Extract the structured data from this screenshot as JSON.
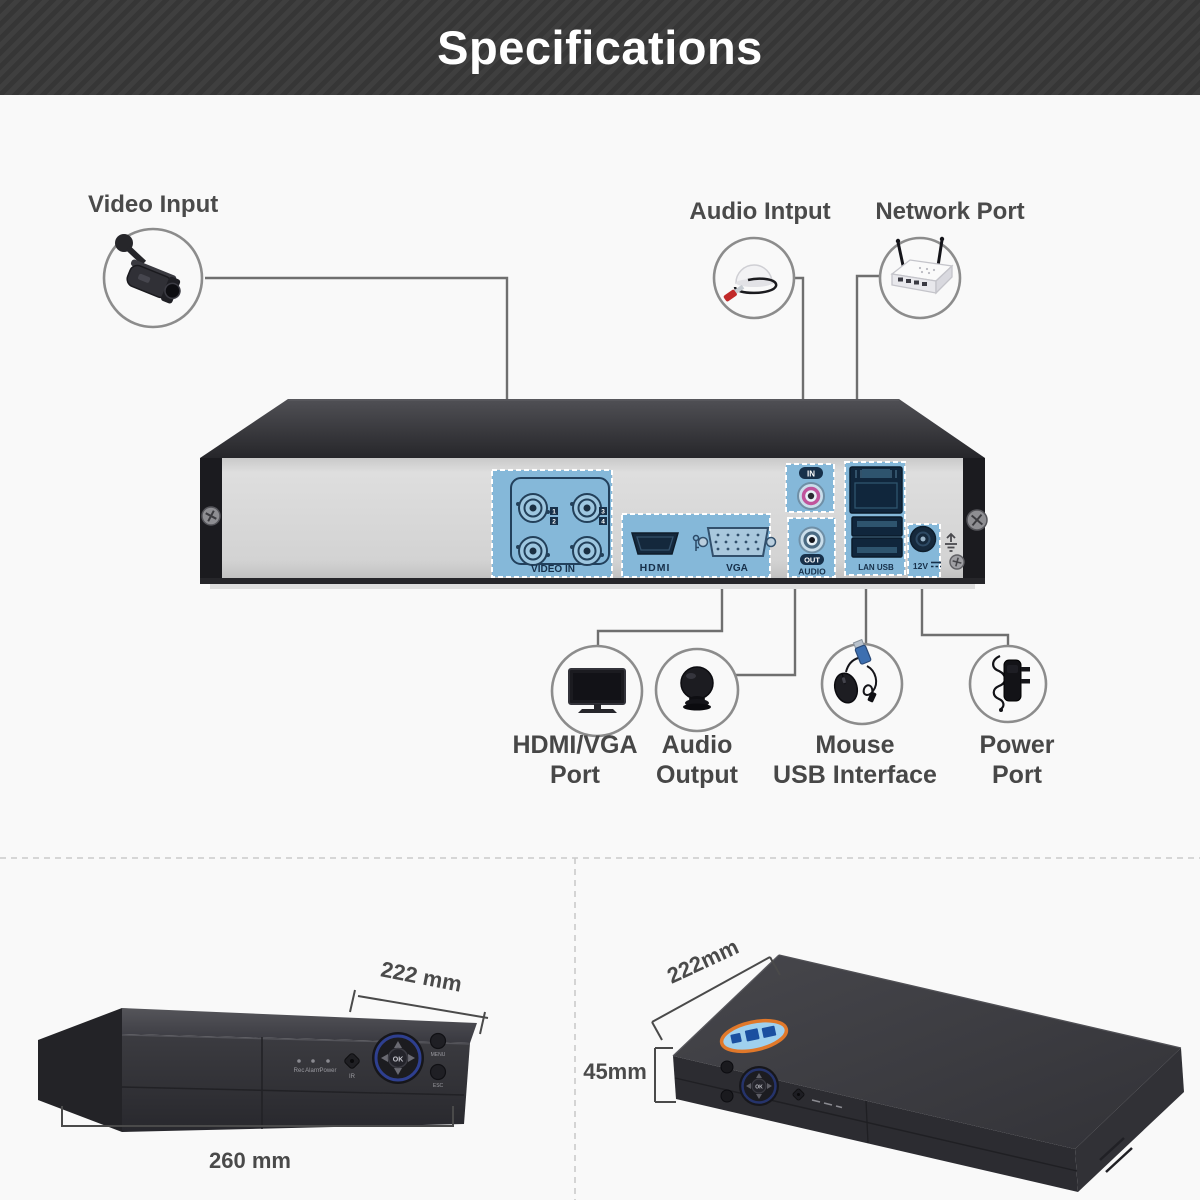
{
  "header": {
    "title": "Specifications"
  },
  "callouts": {
    "video_input": {
      "label": "Video Input"
    },
    "audio_input": {
      "label": "Audio Intput"
    },
    "network_port": {
      "label": "Network Port"
    },
    "hdmi_vga": {
      "line1": "HDMI/VGA",
      "line2": "Port"
    },
    "audio_output": {
      "line1": "Audio",
      "line2": "Output"
    },
    "mouse_usb": {
      "line1": "Mouse",
      "line2": "USB Interface"
    },
    "power_port": {
      "line1": "Power",
      "line2": "Port"
    }
  },
  "rear_panel": {
    "video_in_label": "VIDEO IN",
    "bnc_numbers": [
      "1",
      "2",
      "3",
      "4"
    ],
    "hdmi_label": "HDMI",
    "vga_label": "VGA",
    "audio_in_label": "IN",
    "audio_out_label": "OUT",
    "audio_out_sublabel": "AUDIO",
    "lan_usb_label": "LAN USB",
    "power_label": "12V",
    "highlight_color": "#85b8d9"
  },
  "front_panel": {
    "led_labels": [
      "Rec",
      "Alarm",
      "Power"
    ],
    "ir_label": "IR",
    "ok_label": "OK",
    "menu_label": "MENU",
    "esc_label": "ESC"
  },
  "dimensions": {
    "front_view": {
      "depth": "222 mm",
      "width": "260 mm"
    },
    "top_view": {
      "depth": "222mm",
      "height": "45mm"
    }
  }
}
